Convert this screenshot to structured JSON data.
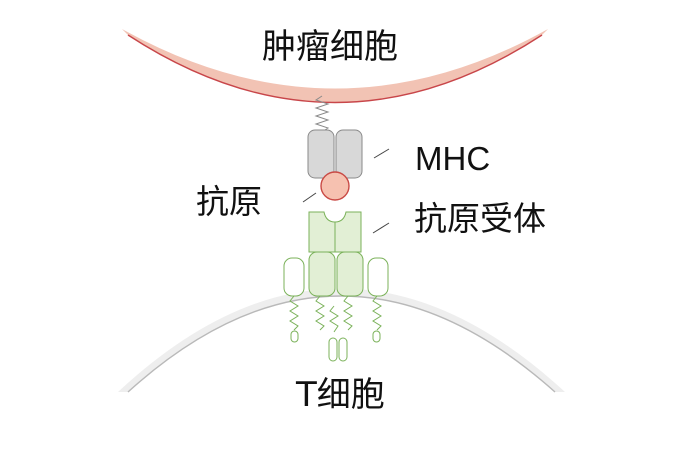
{
  "labels": {
    "tumor_cell": "肿瘤细胞",
    "mhc": "MHC",
    "antigen": "抗原",
    "tcr": "抗原受体",
    "t_cell": "T细胞"
  },
  "colors": {
    "tumor_fill": "#f2c3b4",
    "tumor_edge": "#c8464a",
    "tcell_fill": "#eeeeee",
    "tcell_edge": "#b9b9b9",
    "mhc_fill": "#d8d8d8",
    "mhc_edge": "#8a8a8a",
    "antigen_fill": "#f6c1b0",
    "antigen_edge": "#c94a45",
    "receptor_fill": "#e2efd5",
    "receptor_edge": "#7bb25a"
  }
}
